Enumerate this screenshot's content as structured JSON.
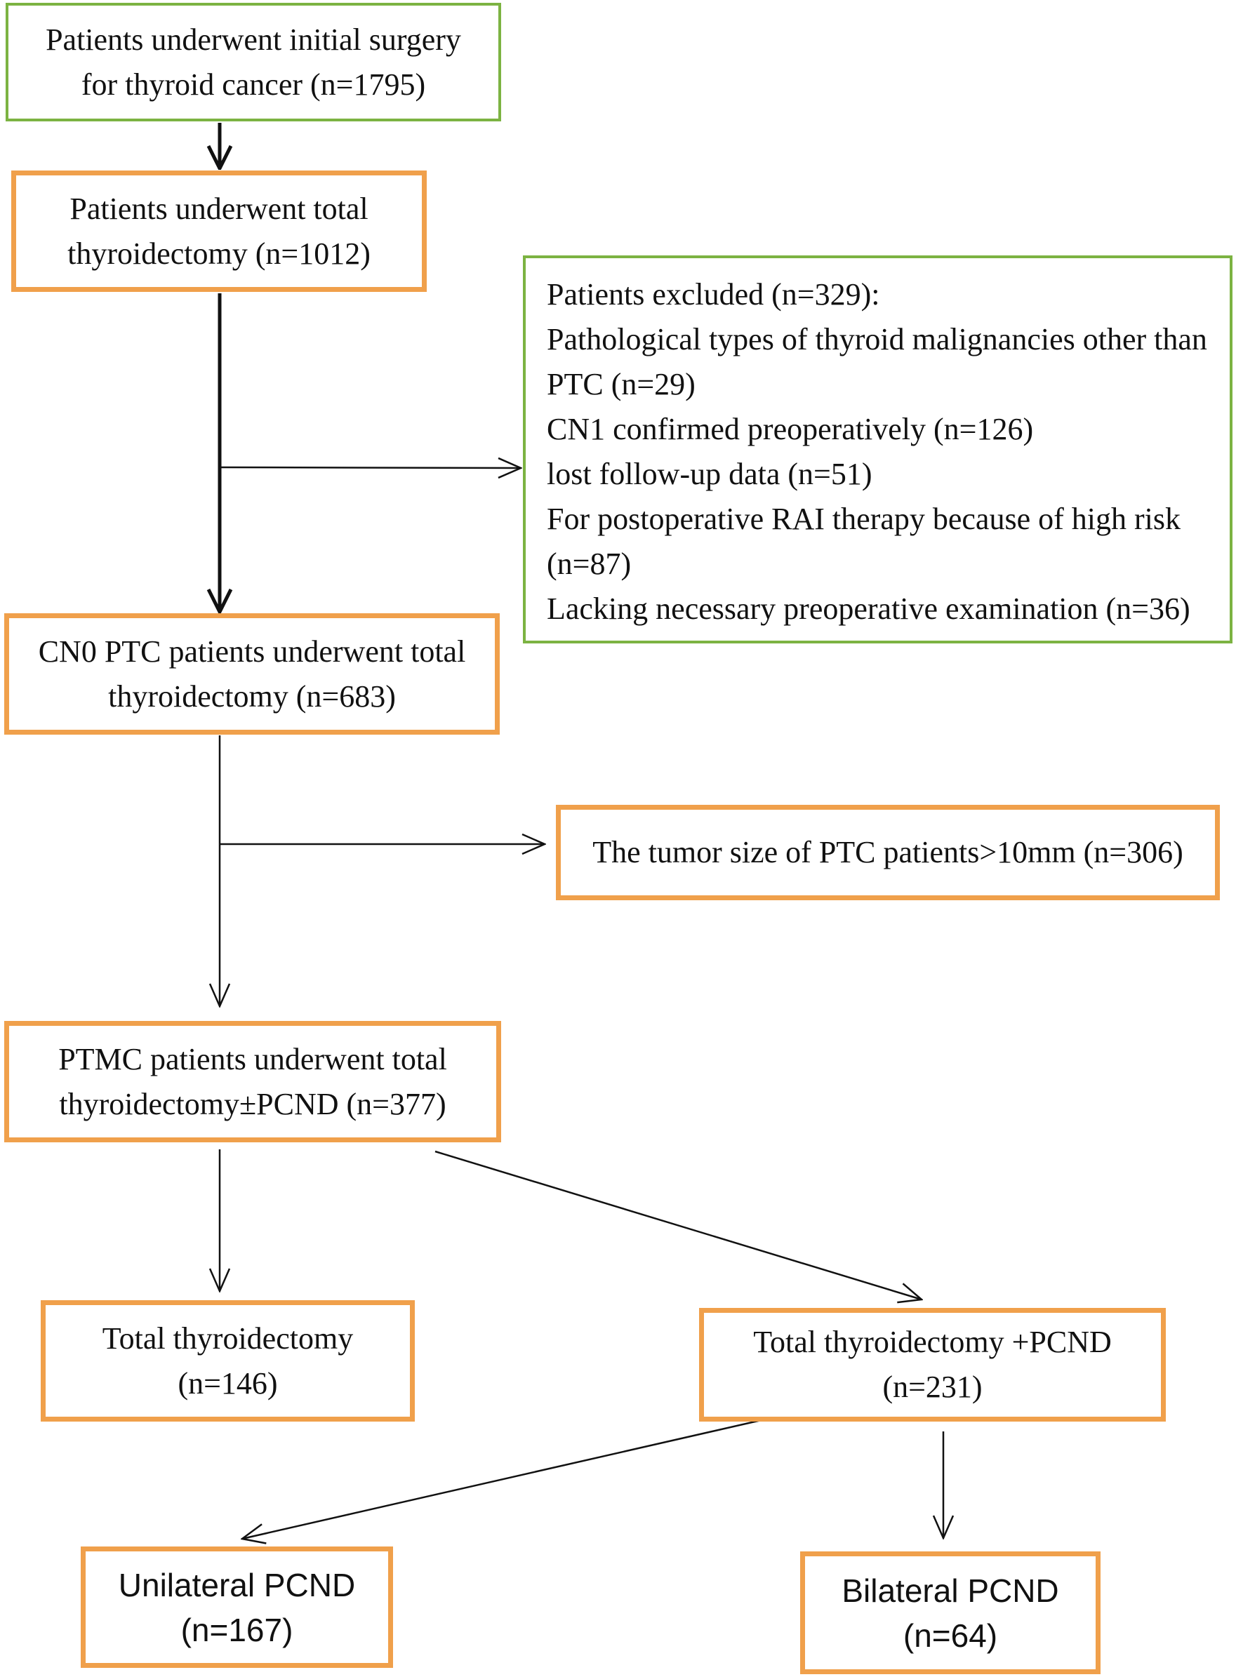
{
  "flowchart": {
    "initial_surgery": {
      "lines": [
        "Patients underwent initial surgery",
        "for thyroid cancer (n=1795)"
      ]
    },
    "total_thyroidectomy": {
      "lines": [
        "Patients underwent total",
        "thyroidectomy (n=1012)"
      ]
    },
    "excluded": {
      "lines": [
        "Patients excluded (n=329):",
        "Pathological types of thyroid malignancies other than",
        "PTC (n=29)",
        "CN1 confirmed preoperatively (n=126)",
        "lost follow-up data (n=51)",
        "For postoperative RAI therapy because of high risk",
        "(n=87)",
        "Lacking necessary preoperative examination (n=36)"
      ]
    },
    "cn0_ptc": {
      "lines": [
        "CN0 PTC patients underwent total",
        "thyroidectomy (n=683)"
      ]
    },
    "tumor_size": {
      "lines": [
        "The tumor size of PTC patients>10mm (n=306)"
      ]
    },
    "ptmc": {
      "lines": [
        "PTMC patients underwent total",
        "thyroidectomy±PCND (n=377)"
      ]
    },
    "total_only": {
      "lines": [
        "Total thyroidectomy",
        "(n=146)"
      ]
    },
    "total_pcnd": {
      "lines": [
        "Total thyroidectomy +PCND",
        "(n=231)"
      ]
    },
    "unilateral": {
      "lines": [
        "Unilateral PCND",
        "(n=167)"
      ]
    },
    "bilateral": {
      "lines": [
        "Bilateral PCND",
        "(n=64)"
      ]
    }
  },
  "colors": {
    "green_border": "#7cb342",
    "orange_border": "#f0a04b",
    "arrow": "#111111"
  }
}
